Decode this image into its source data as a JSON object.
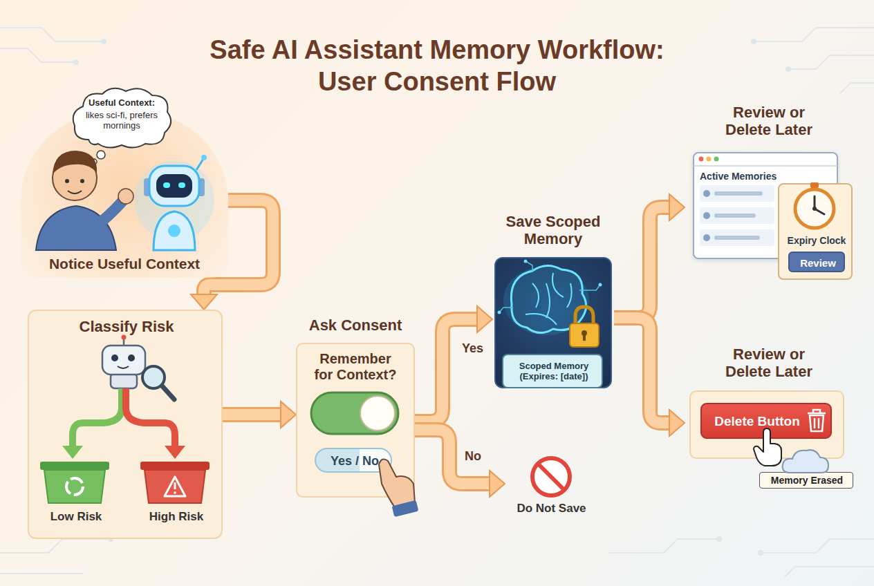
{
  "diagram": {
    "title": "Safe AI Assistant Memory Workflow: User Consent Flow",
    "nodes": [
      {
        "text": [
          "Notice Useful Context"
        ]
      },
      {
        "text": [
          "Useful Context:",
          "likes sci-fi, prefers mornings"
        ],
        "in": 0
      },
      {
        "text": [
          "Classify Risk"
        ]
      },
      {
        "text": [
          "Low Risk"
        ],
        "in": 2
      },
      {
        "text": [
          "High Risk"
        ],
        "in": 2
      },
      {
        "text": [
          "Ask Consent",
          "Remember for Context?"
        ]
      },
      {
        "text": [
          "Yes / No"
        ],
        "in": 5
      },
      {
        "text": [
          "Save Scoped Memory"
        ]
      },
      {
        "text": [
          "Scoped Memory (Expires: [date])"
        ],
        "in": 7
      },
      {
        "text": [
          "Do Not Save"
        ]
      },
      {
        "text": [
          "Review or Delete Later",
          "Active Memories"
        ]
      },
      {
        "text": [
          "Expiry Clock"
        ],
        "in": 10
      },
      {
        "text": [
          "Review"
        ],
        "in": 11
      },
      {
        "text": [
          "Review or Delete Later"
        ]
      },
      {
        "text": [
          "Delete Button"
        ],
        "in": 13
      },
      {
        "text": [
          "Memory Erased"
        ]
      }
    ],
    "edges": [
      {
        "from": 0,
        "to": 2,
        "arrow": "to"
      },
      {
        "from": 2,
        "to": 5,
        "arrow": "to"
      },
      {
        "from": 5,
        "to": 7,
        "label": "Yes",
        "arrow": "to"
      },
      {
        "from": 5,
        "to": 9,
        "label": "No",
        "arrow": "to"
      },
      {
        "from": 7,
        "to": 10,
        "arrow": "to"
      },
      {
        "from": 7,
        "to": 13,
        "arrow": "to"
      }
    ]
  }
}
